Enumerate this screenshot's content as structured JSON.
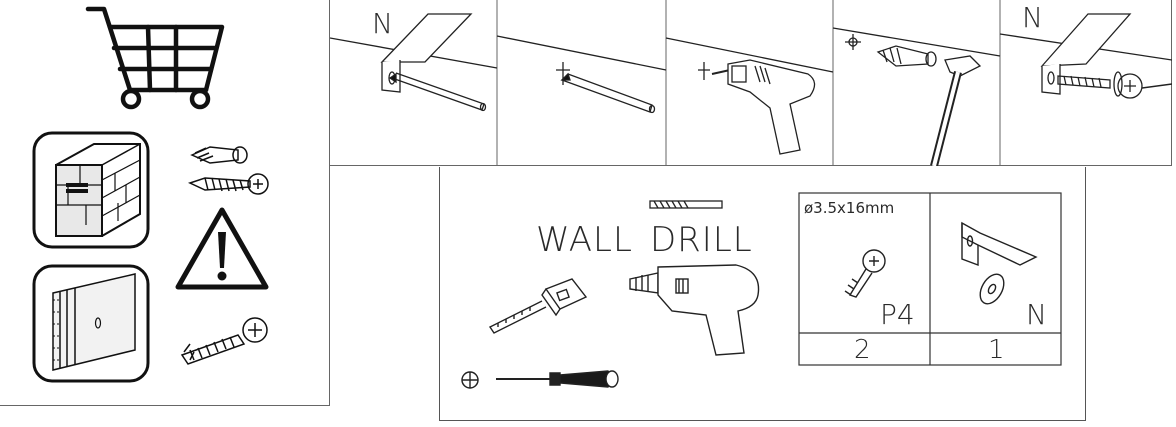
{
  "steps": [
    {
      "corner_label": "N"
    },
    {
      "corner_label": ""
    },
    {
      "corner_label": ""
    },
    {
      "corner_label": ""
    },
    {
      "corner_label": "N"
    }
  ],
  "tools_panel": {
    "title_wall": "WALL",
    "title_drill": "DRILL"
  },
  "parts_table": {
    "screw_spec": "ø3.5x16mm",
    "screw_code": "P4",
    "bracket_code": "N",
    "screw_qty": "2",
    "bracket_qty": "1"
  }
}
